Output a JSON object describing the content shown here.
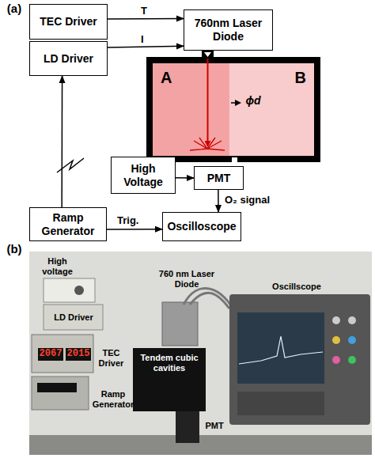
{
  "diagram": {
    "nodes": [
      {
        "text": [
          "TEC Driver"
        ]
      },
      {
        "text": [
          "LD Driver"
        ]
      },
      {
        "text": [
          "760nm Laser Diode"
        ]
      },
      {
        "text": [
          "A"
        ]
      },
      {
        "text": [
          "B"
        ]
      },
      {
        "text": [
          "High Voltage"
        ]
      },
      {
        "text": [
          "PMT"
        ]
      },
      {
        "text": [
          "Ramp Generator"
        ]
      },
      {
        "text": [
          "Oscilloscope"
        ]
      }
    ],
    "edges": [
      {
        "from": 0,
        "to": 2,
        "label": "T",
        "arrow": "to"
      },
      {
        "from": 1,
        "to": 2,
        "label": "I",
        "arrow": "to"
      },
      {
        "from": 7,
        "to": 1,
        "arrow": "to"
      },
      {
        "from": 5,
        "to": 6,
        "arrow": "to"
      },
      {
        "from": 6,
        "to": 8,
        "label": "O₂ signal",
        "arrow": "to"
      },
      {
        "from": 7,
        "to": 8,
        "label": "Trig.",
        "arrow": "to"
      }
    ],
    "labels": [
      "(a)",
      "ϕd",
      "(b)",
      "High voltage",
      "LD Driver",
      "TEC Driver",
      "Ramp Generator",
      "760 nm Laser Diode",
      "Tendem cubic cavities",
      "PMT",
      "Oscillscope",
      "2067",
      "2015"
    ]
  }
}
